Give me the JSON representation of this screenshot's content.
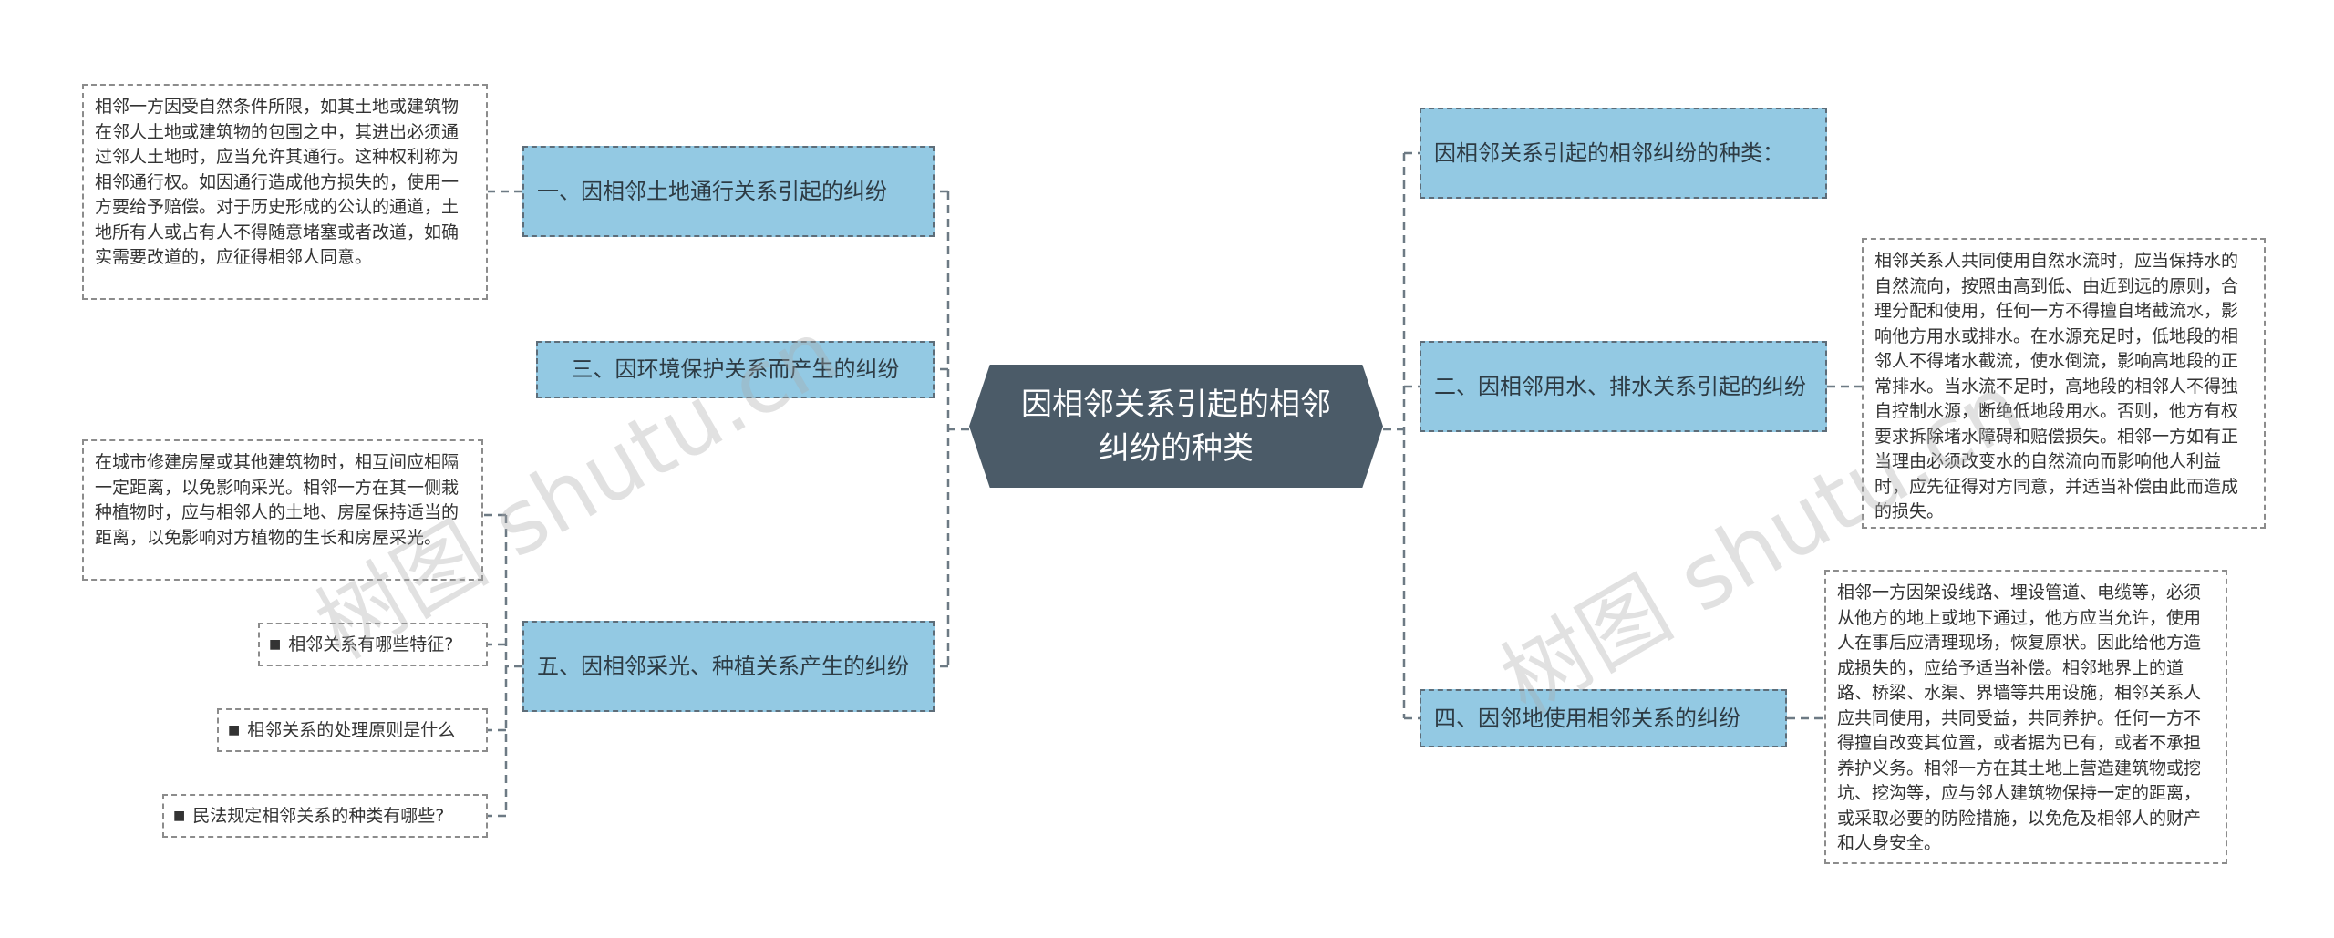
{
  "central": {
    "title": "因相邻关系引起的相邻纠纷的种类"
  },
  "left_branches": [
    {
      "label": "一、因相邻土地通行关系引起的纠纷"
    },
    {
      "label": "三、因环境保护关系而产生的纠纷"
    },
    {
      "label": "五、因相邻采光、种植关系产生的纠纷"
    }
  ],
  "right_branches": [
    {
      "label": "因相邻关系引起的相邻纠纷的种类："
    },
    {
      "label": "二、因相邻用水、排水关系引起的纠纷"
    },
    {
      "label": "四、因邻地使用相邻关系的纠纷"
    }
  ],
  "notes": {
    "land_passage": "相邻一方因受自然条件所限，如其土地或建筑物在邻人土地或建筑物的包围之中，其进出必须通过邻人土地时，应当允许其通行。这种权利称为相邻通行权。如因通行造成他方损失的，使用一方要给予赔偿。对于历史形成的公认的通道，土地所有人或占有人不得随意堵塞或者改道，如确实需要改道的，应征得相邻人同意。",
    "lighting_planting": "在城市修建房屋或其他建筑物时，相互间应相隔一定距离，以免影响采光。相邻一方在其一侧栽种植物时，应与相邻人的土地、房屋保持适当的距离，以免影响对方植物的生长和房屋采光。",
    "water_drainage": "相邻关系人共同使用自然水流时，应当保持水的自然流向，按照由高到低、由近到远的原则，合理分配和使用，任何一方不得擅自堵截流水，影响他方用水或排水。在水源充足时，低地段的相邻人不得堵水截流，使水倒流，影响高地段的正常排水。当水流不足时，高地段的相邻人不得独自控制水源，断绝低地段用水。否则，他方有权要求拆除堵水障碍和赔偿损失。相邻一方如有正当理由必须改变水的自然流向而影响他人利益时，应先征得对方同意，并适当补偿由此而造成的损失。",
    "adjacent_land_use": "相邻一方因架设线路、埋设管道、电缆等，必须从他方的地上或地下通过，他方应当允许，使用人在事后应清理现场，恢复原状。因此给他方造成损失的，应给予适当补偿。相邻地界上的道路、桥梁、水渠、界墙等共用设施，相邻关系人应共同使用，共同受益，共同养护。任何一方不得擅自改变其位置，或者据为已有，或者不承担养护义务。相邻一方在其土地上营造建筑物或挖坑、挖沟等，应与邻人建筑物保持一定的距离，或采取必要的防险措施，以免危及相邻人的财产和人身安全。"
  },
  "related_links": [
    {
      "bullet": "■",
      "label": "相邻关系有哪些特征?"
    },
    {
      "bullet": "■",
      "label": "相邻关系的处理原则是什么"
    },
    {
      "bullet": "■",
      "label": "民法规定相邻关系的种类有哪些?"
    }
  ],
  "watermark": {
    "text": "树图 shutu.cn"
  },
  "colors": {
    "central_bg": "#4b5b68",
    "branch_bg": "#93c9e3",
    "connector": "#6d7a84",
    "note_border": "#8c8c8c"
  }
}
